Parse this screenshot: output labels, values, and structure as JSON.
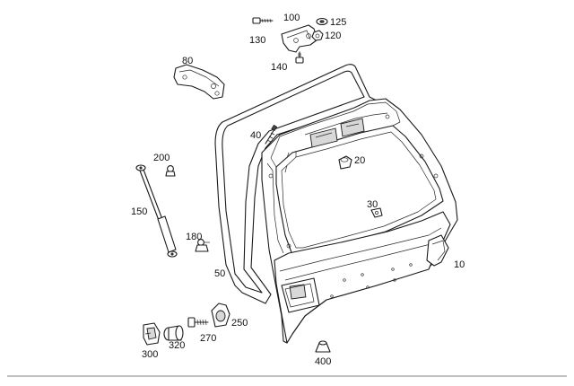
{
  "diagram": {
    "callouts": {
      "p10": "10",
      "p20": "20",
      "p30": "30",
      "p40": "40",
      "p50": "50",
      "p80": "80",
      "p100": "100",
      "p120": "120",
      "p125": "125",
      "p130": "130",
      "p140": "140",
      "p150": "150",
      "p180": "180",
      "p200": "200",
      "p250": "250",
      "p270": "270",
      "p300": "300",
      "p320": "320",
      "p400": "400"
    }
  }
}
